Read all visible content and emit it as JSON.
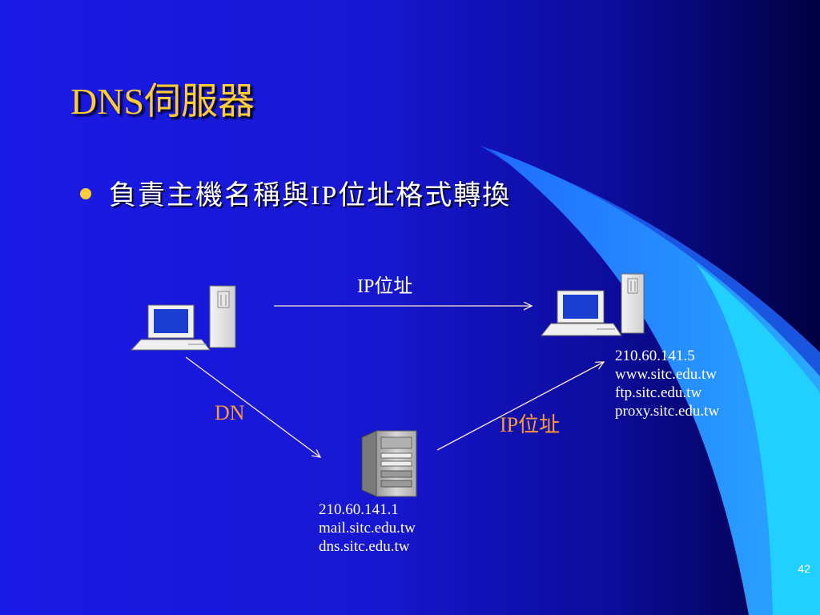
{
  "slide": {
    "title": "DNS伺服器",
    "bullet": "負責主機名稱與IP位址格式轉換",
    "page_number": "42"
  },
  "diagram": {
    "top_arrow_label": "IP位址",
    "dn_label": "DN",
    "ip_response_label": "IP位址",
    "target_host": {
      "ip": "210.60.141.5",
      "names": [
        "www.sitc.edu.tw",
        "ftp.sitc.edu.tw",
        "proxy.sitc.edu.tw"
      ]
    },
    "dns_server": {
      "ip": "210.60.141.1",
      "names": [
        "mail.sitc.edu.tw",
        "dns.sitc.edu.tw"
      ]
    }
  },
  "colors": {
    "title": "#ffcc33",
    "accent_label": "#ff9933",
    "background": "#1717d2",
    "swoosh": "#1a8cff"
  }
}
